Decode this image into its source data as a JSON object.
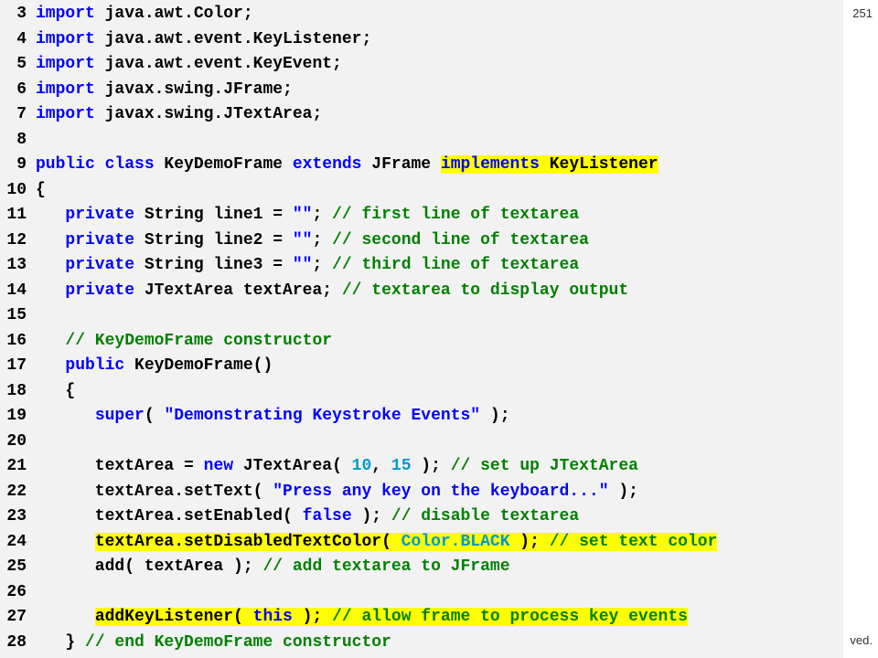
{
  "page_number": "251",
  "footer_fragment": "ved.",
  "colors": {
    "keyword": "#0000ff",
    "comment": "#008000",
    "literal": "#0099cc",
    "highlight": "#ffff00",
    "panel_background": "#f2f2f2"
  },
  "code_lines": [
    {
      "no": "3",
      "segments": [
        {
          "t": "import",
          "c": "kw"
        },
        {
          "t": " java.awt.Color;"
        }
      ]
    },
    {
      "no": "4",
      "segments": [
        {
          "t": "import",
          "c": "kw"
        },
        {
          "t": " java.awt.event.KeyListener;"
        }
      ]
    },
    {
      "no": "5",
      "segments": [
        {
          "t": "import",
          "c": "kw"
        },
        {
          "t": " java.awt.event.KeyEvent;"
        }
      ]
    },
    {
      "no": "6",
      "segments": [
        {
          "t": "import",
          "c": "kw"
        },
        {
          "t": " javax.swing.JFrame;"
        }
      ]
    },
    {
      "no": "7",
      "segments": [
        {
          "t": "import",
          "c": "kw"
        },
        {
          "t": " javax.swing.JTextArea;"
        }
      ]
    },
    {
      "no": "8",
      "segments": []
    },
    {
      "no": "9",
      "segments": [
        {
          "t": "public class",
          "c": "kw"
        },
        {
          "t": " KeyDemoFrame "
        },
        {
          "t": "extends",
          "c": "kw"
        },
        {
          "t": " JFrame "
        },
        {
          "t": "implements",
          "c": "kw",
          "h": true
        },
        {
          "t": " KeyListener",
          "h": true
        }
      ]
    },
    {
      "no": "10",
      "segments": [
        {
          "t": "{"
        }
      ]
    },
    {
      "no": "11",
      "segments": [
        {
          "t": "   "
        },
        {
          "t": "private",
          "c": "kw"
        },
        {
          "t": " String line1 = "
        },
        {
          "t": "\"\"",
          "c": "str"
        },
        {
          "t": "; "
        },
        {
          "t": "// first line of textarea",
          "c": "cm"
        }
      ]
    },
    {
      "no": "12",
      "segments": [
        {
          "t": "   "
        },
        {
          "t": "private",
          "c": "kw"
        },
        {
          "t": " String line2 = "
        },
        {
          "t": "\"\"",
          "c": "str"
        },
        {
          "t": "; "
        },
        {
          "t": "// second line of textarea",
          "c": "cm"
        }
      ]
    },
    {
      "no": "13",
      "segments": [
        {
          "t": "   "
        },
        {
          "t": "private",
          "c": "kw"
        },
        {
          "t": " String line3 = "
        },
        {
          "t": "\"\"",
          "c": "str"
        },
        {
          "t": "; "
        },
        {
          "t": "// third line of textarea",
          "c": "cm"
        }
      ]
    },
    {
      "no": "14",
      "segments": [
        {
          "t": "   "
        },
        {
          "t": "private",
          "c": "kw"
        },
        {
          "t": " JTextArea textArea; "
        },
        {
          "t": "// textarea to display output",
          "c": "cm"
        }
      ]
    },
    {
      "no": "15",
      "segments": []
    },
    {
      "no": "16",
      "segments": [
        {
          "t": "   "
        },
        {
          "t": "// KeyDemoFrame constructor",
          "c": "cm"
        }
      ]
    },
    {
      "no": "17",
      "segments": [
        {
          "t": "   "
        },
        {
          "t": "public",
          "c": "kw"
        },
        {
          "t": " KeyDemoFrame()"
        }
      ]
    },
    {
      "no": "18",
      "segments": [
        {
          "t": "   {"
        }
      ]
    },
    {
      "no": "19",
      "segments": [
        {
          "t": "      "
        },
        {
          "t": "super",
          "c": "kw"
        },
        {
          "t": "( "
        },
        {
          "t": "\"Demonstrating Keystroke Events\"",
          "c": "str"
        },
        {
          "t": " );"
        }
      ]
    },
    {
      "no": "20",
      "segments": []
    },
    {
      "no": "21",
      "segments": [
        {
          "t": "      textArea = "
        },
        {
          "t": "new",
          "c": "kw"
        },
        {
          "t": " JTextArea( "
        },
        {
          "t": "10",
          "c": "lit"
        },
        {
          "t": ", "
        },
        {
          "t": "15",
          "c": "lit"
        },
        {
          "t": " ); "
        },
        {
          "t": "// set up JTextArea",
          "c": "cm"
        }
      ]
    },
    {
      "no": "22",
      "segments": [
        {
          "t": "      textArea.setText( "
        },
        {
          "t": "\"Press any key on the keyboard...\"",
          "c": "str"
        },
        {
          "t": " );"
        }
      ]
    },
    {
      "no": "23",
      "segments": [
        {
          "t": "      textArea.setEnabled( "
        },
        {
          "t": "false",
          "c": "kw"
        },
        {
          "t": " ); "
        },
        {
          "t": "// disable textarea",
          "c": "cm"
        }
      ]
    },
    {
      "no": "24",
      "segments": [
        {
          "t": "      "
        },
        {
          "t": "textArea.setDisabledTextColor( ",
          "h": true
        },
        {
          "t": "Color.BLACK",
          "c": "lit",
          "h": true
        },
        {
          "t": " ); ",
          "h": true
        },
        {
          "t": "// set text color",
          "c": "cm",
          "h": true
        }
      ]
    },
    {
      "no": "25",
      "segments": [
        {
          "t": "      add( textArea ); "
        },
        {
          "t": "// add textarea to JFrame",
          "c": "cm"
        }
      ]
    },
    {
      "no": "26",
      "segments": []
    },
    {
      "no": "27",
      "segments": [
        {
          "t": "      "
        },
        {
          "t": "addKeyListener( ",
          "h": true
        },
        {
          "t": "this",
          "c": "kw",
          "h": true
        },
        {
          "t": " ); ",
          "h": true
        },
        {
          "t": "// allow frame to process key events",
          "c": "cm",
          "h": true
        }
      ]
    },
    {
      "no": "28",
      "segments": [
        {
          "t": "   } "
        },
        {
          "t": "// end KeyDemoFrame constructor",
          "c": "cm"
        }
      ]
    }
  ]
}
